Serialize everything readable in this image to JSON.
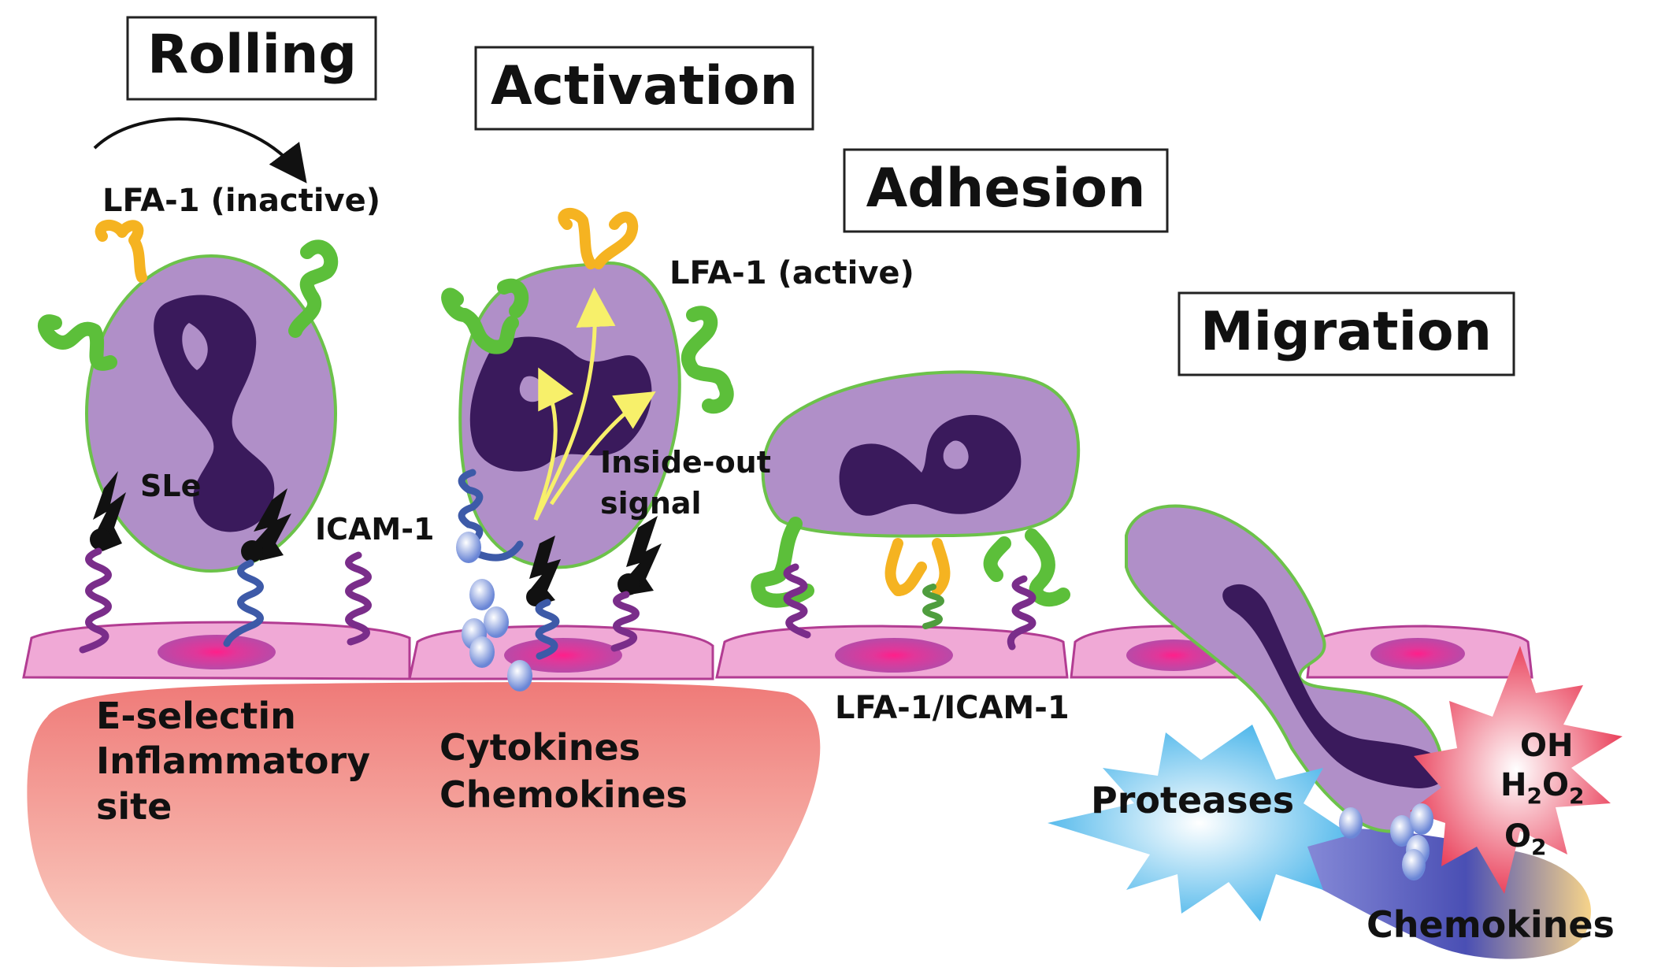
{
  "stages": {
    "rolling": "Rolling",
    "activation": "Activation",
    "adhesion": "Adhesion",
    "migration": "Migration"
  },
  "labels": {
    "lfa1_inactive": "LFA-1 (inactive)",
    "lfa1_active": "LFA-1 (active)",
    "sle": "SLe",
    "icam1": "ICAM-1",
    "inside_out_1": "Inside-out",
    "inside_out_2": "signal",
    "eselectin_1": "E-selectin",
    "eselectin_2": "Inflammatory",
    "eselectin_3": "site",
    "cytokines": "Cytokines",
    "chemokines_mid": "Chemokines",
    "lfa1_icam1": "LFA-1/ICAM-1",
    "proteases": "Proteases",
    "oh": "OH",
    "h2o2_h": "H",
    "h2o2_2a": "2",
    "h2o2_o": "O",
    "h2o2_2b": "2",
    "o2_o": "O",
    "o2_2": "2",
    "chemokines_right": "Chemokines"
  },
  "colors": {
    "cell_purple": "#b08fc8",
    "nucleus": "#3a1a5c",
    "endothelium": "#f0a9d6",
    "endothelium_nucleus": "#d42c8a",
    "inflammatory_site": "#f08080",
    "protease_burst": "#6ec6ee",
    "ros_burst": "#ee5566",
    "chemokine_blob": "#6a6fc8",
    "lfa1": "#5cbf3a",
    "lfa1_orange": "#f5b321"
  }
}
